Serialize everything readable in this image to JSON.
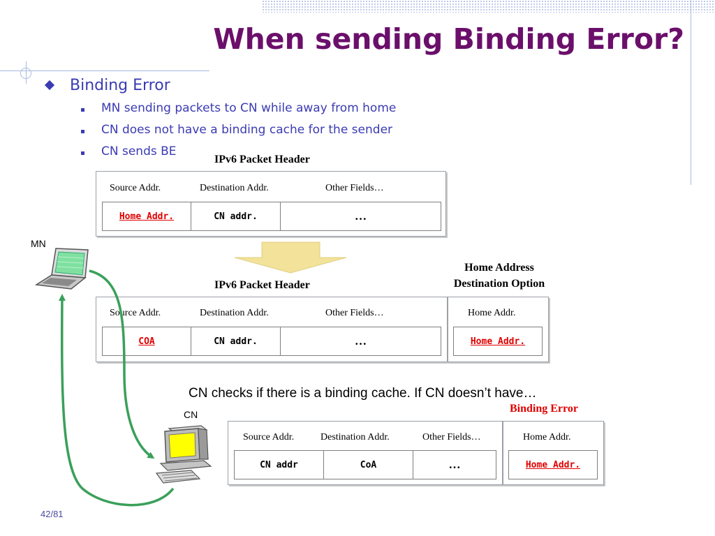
{
  "title": "When sending Binding Error?",
  "bullet_main": "Binding Error",
  "sub_bullets": [
    "MN sending packets to CN while away from home",
    "CN does not have a binding cache for the sender",
    "CN sends BE"
  ],
  "packet1": {
    "header": "IPv6 Packet Header",
    "field_labels": [
      "Source Addr.",
      "Destination Addr.",
      "Other Fields…"
    ],
    "values": [
      "Home Addr.",
      "CN addr.",
      "…"
    ]
  },
  "packet2": {
    "header": "IPv6 Packet Header",
    "field_labels": [
      "Source Addr.",
      "Destination Addr.",
      "Other Fields…"
    ],
    "values": [
      "COA",
      "CN addr.",
      "…"
    ],
    "option_header": "Home Address Destination Option",
    "option_header_lines": [
      "Home Address",
      "Destination Option"
    ],
    "option_label": "Home Addr.",
    "option_value": "Home Addr."
  },
  "note": "CN checks if there is a binding cache. If CN doesn’t have…",
  "binding_error_label": "Binding Error",
  "packet3": {
    "field_labels": [
      "Source Addr.",
      "Destination Addr.",
      "Other Fields…"
    ],
    "values": [
      "CN addr",
      "CoA",
      "…"
    ],
    "option_label": "Home Addr.",
    "option_value": "Home Addr."
  },
  "nodes": {
    "mn": "MN",
    "cn": "CN"
  },
  "page_number": "42/81",
  "colors": {
    "title": "#6b0f6b",
    "bullet": "#3b3bb3",
    "highlight": "#e00000",
    "arrow": "#3aa05a",
    "down_arrow": "#f2e29a"
  }
}
